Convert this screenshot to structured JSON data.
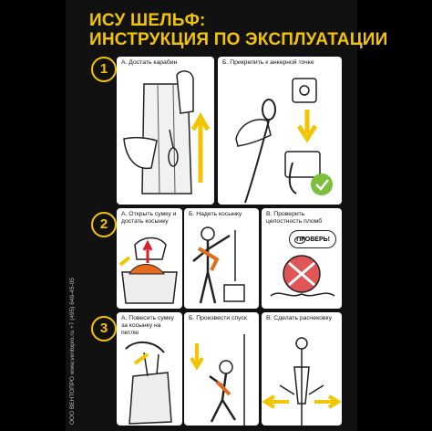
{
  "title_line1": "ИСУ ШЕЛЬФ:",
  "title_line2": "ИНСТРУКЦИЯ ПО ЭКСПЛУАТАЦИИ",
  "side_text": "ООО ВЕНТОПРО   www.ventopro.ru   +7 (495) 646-45-05",
  "steps": [
    {
      "number": "1",
      "panels": [
        {
          "caption": "А. Достать карабин"
        },
        {
          "caption": "Б. Прикрепить к анкерной точке"
        }
      ]
    },
    {
      "number": "2",
      "panels": [
        {
          "caption": "А. Открыть сумку и достать косынку"
        },
        {
          "caption": "Б. Надеть косынку"
        },
        {
          "caption": "В. Проверить целостность пломб",
          "badge": "ПРОВЕРЬ!"
        }
      ]
    },
    {
      "number": "3",
      "panels": [
        {
          "caption": "А. Повесить сумку за косынку на петлю"
        },
        {
          "caption": "Б. Произвести спуск"
        },
        {
          "caption": "В. Сделать расчековку"
        }
      ]
    }
  ],
  "colors": {
    "accent": "#f2c500",
    "background": "#111111",
    "check": "#7bbf3a"
  }
}
